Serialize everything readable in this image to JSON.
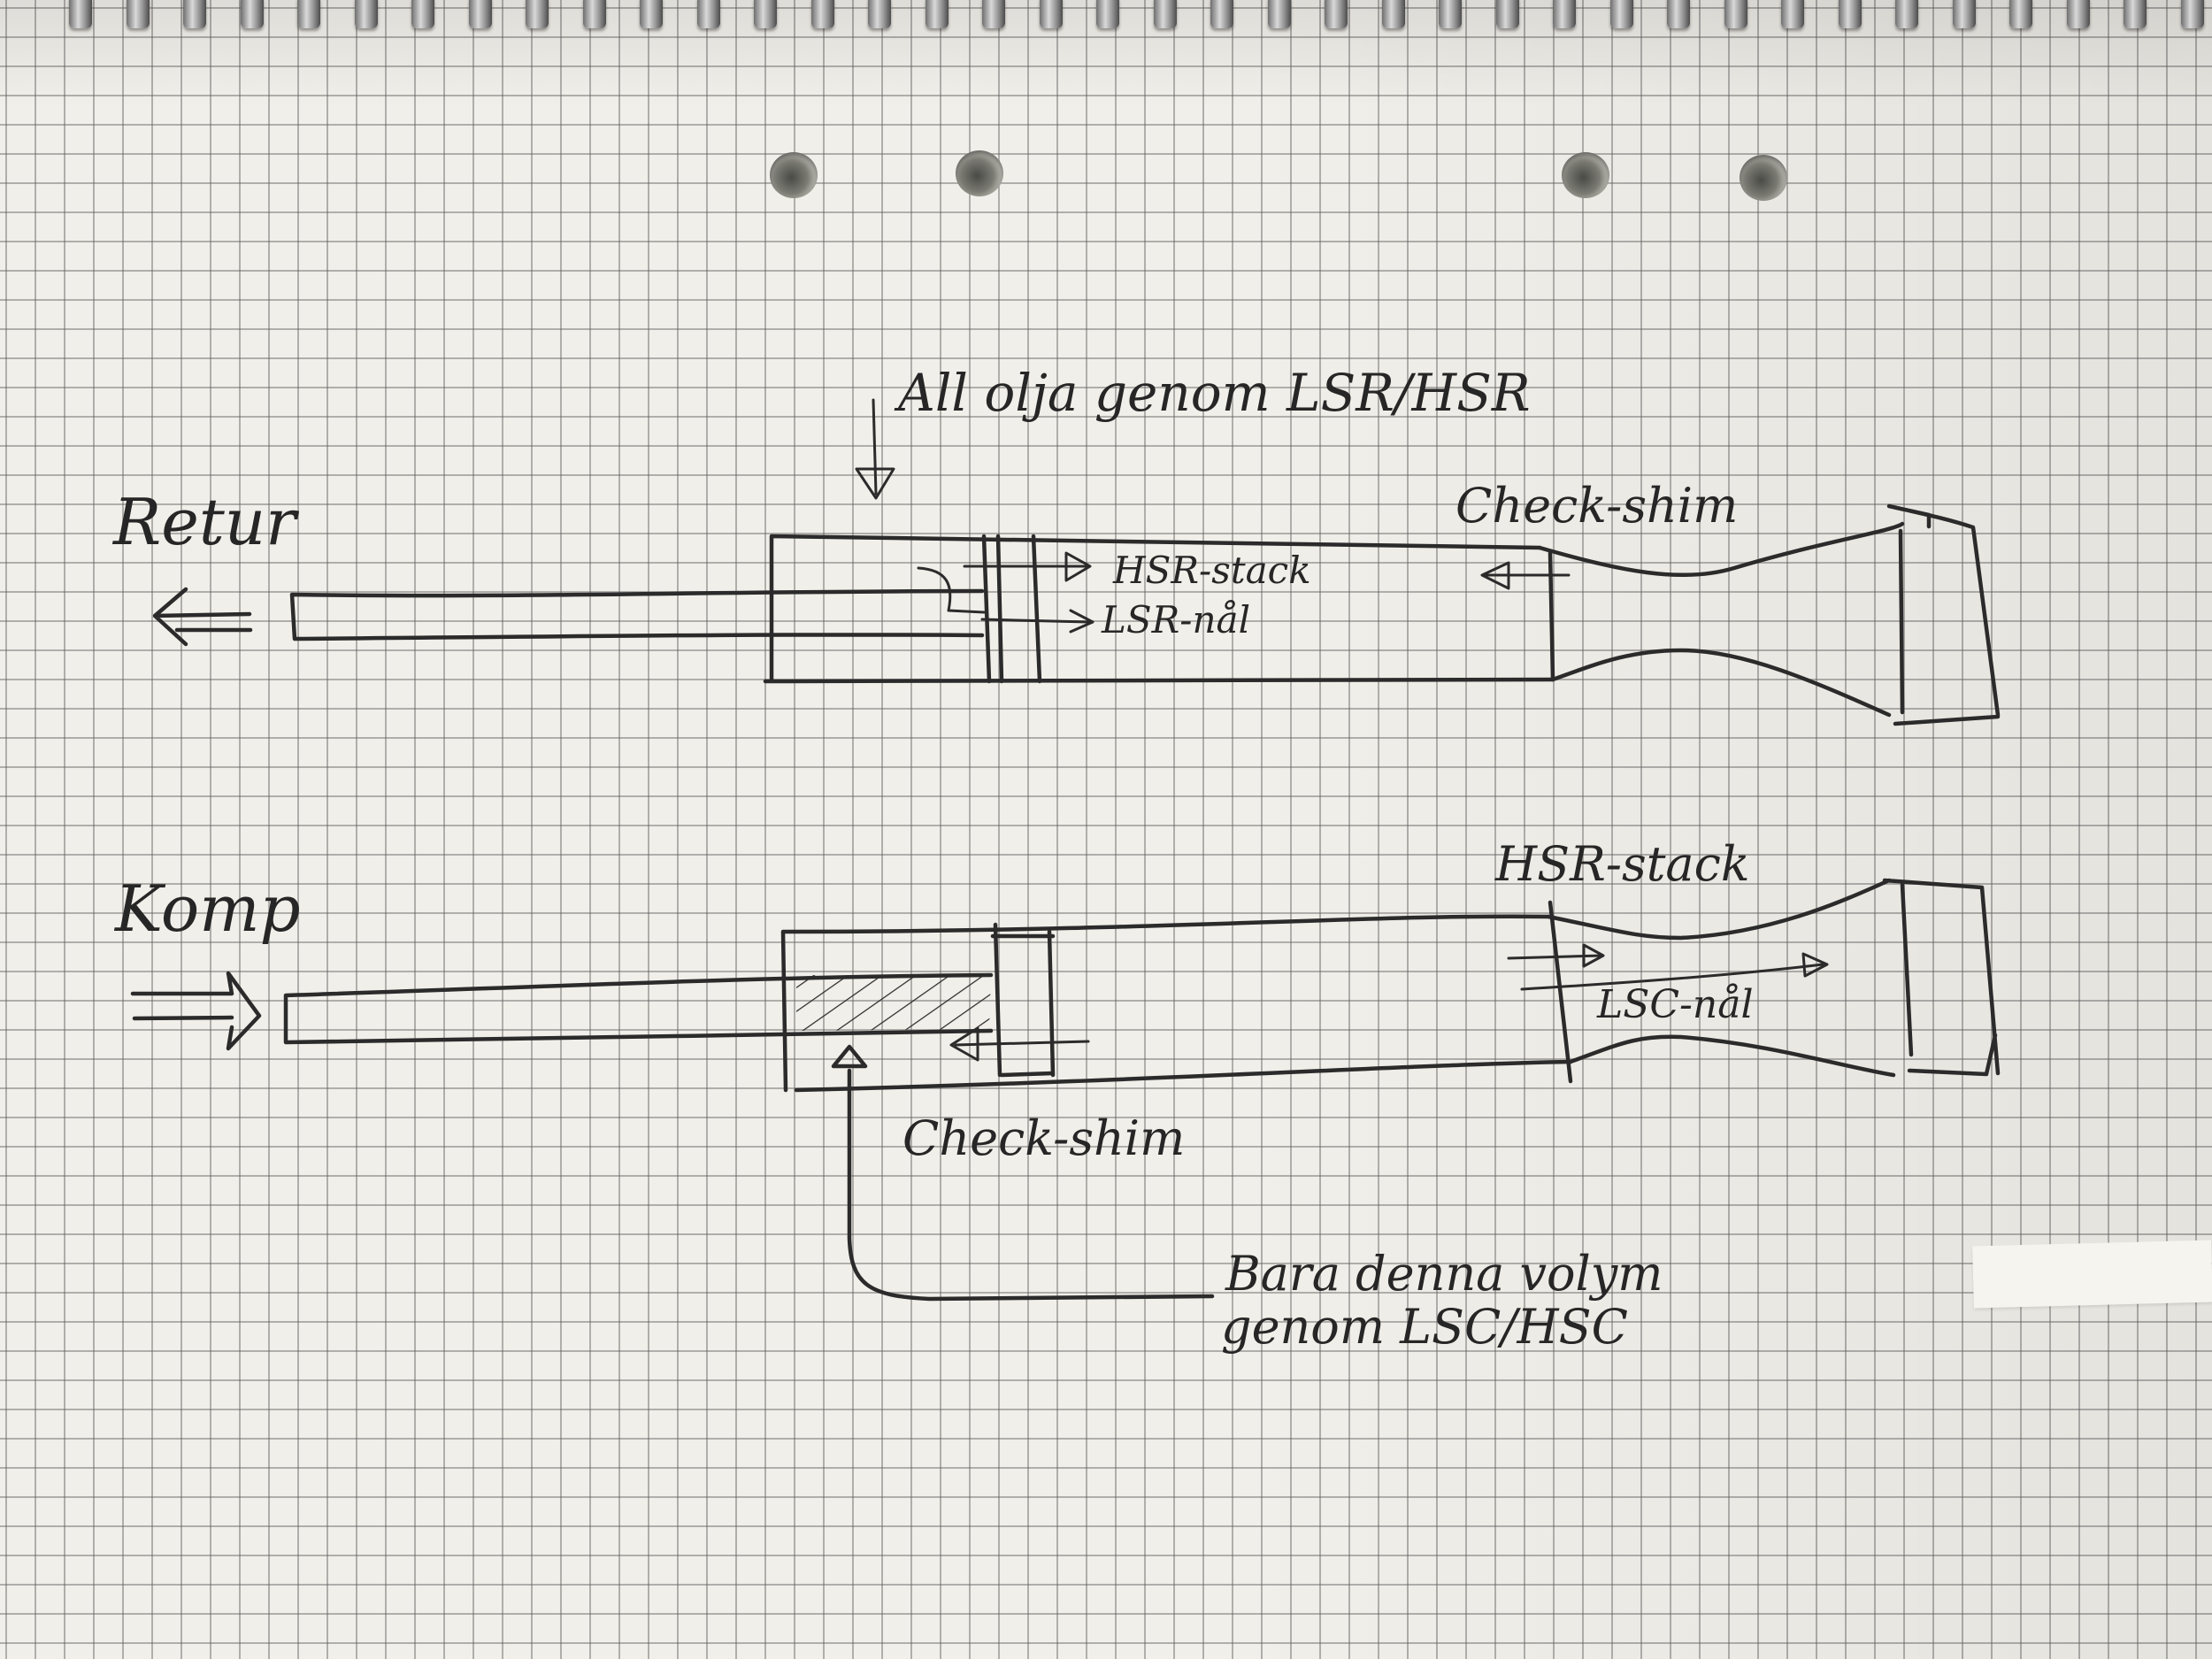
{
  "labels": {
    "retur": "Retur",
    "komp": "Komp",
    "all_olja": "All olja genom LSR/HSR",
    "check_shim_top": "Check-shim",
    "hsr_stack_top": "HSR-stack",
    "lsr_nal": "LSR-nål",
    "hsr_stack_bottom": "HSR-stack",
    "lsc_nal": "LSC-nål",
    "check_shim_bottom": "Check-shim",
    "bara_line1": "Bara denna volym",
    "bara_line2": "genom LSC/HSC"
  },
  "colors": {
    "paper": "#f1efe9",
    "grid": "#5f5f5f",
    "ink": "#2b2b2b"
  }
}
